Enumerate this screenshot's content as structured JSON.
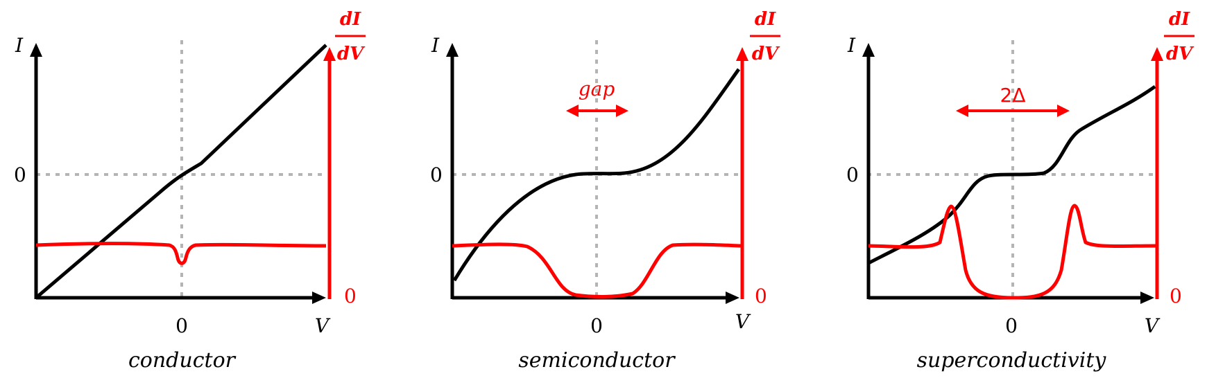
{
  "colors": {
    "current": "#000000",
    "conductance": "#ff0000",
    "guide": "#b4b4b4"
  },
  "panels": [
    {
      "caption": "conductor",
      "y_label": "I",
      "x_label": "V",
      "zero_y": "0",
      "zero_x": "0",
      "right_label_top": "dI",
      "right_label_bottom": "dV",
      "right_zero": "0",
      "annotation": ""
    },
    {
      "caption": "semiconductor",
      "y_label": "I",
      "x_label": "V",
      "zero_y": "0",
      "zero_x": "0",
      "right_label_top": "dI",
      "right_label_bottom": "dV",
      "right_zero": "0",
      "annotation": "gap"
    },
    {
      "caption": "superconductivity",
      "y_label": "I",
      "x_label": "V",
      "zero_y": "0",
      "zero_x": "0",
      "right_label_top": "dI",
      "right_label_bottom": "dV",
      "right_zero": "0",
      "annotation": "2Δ"
    }
  ]
}
